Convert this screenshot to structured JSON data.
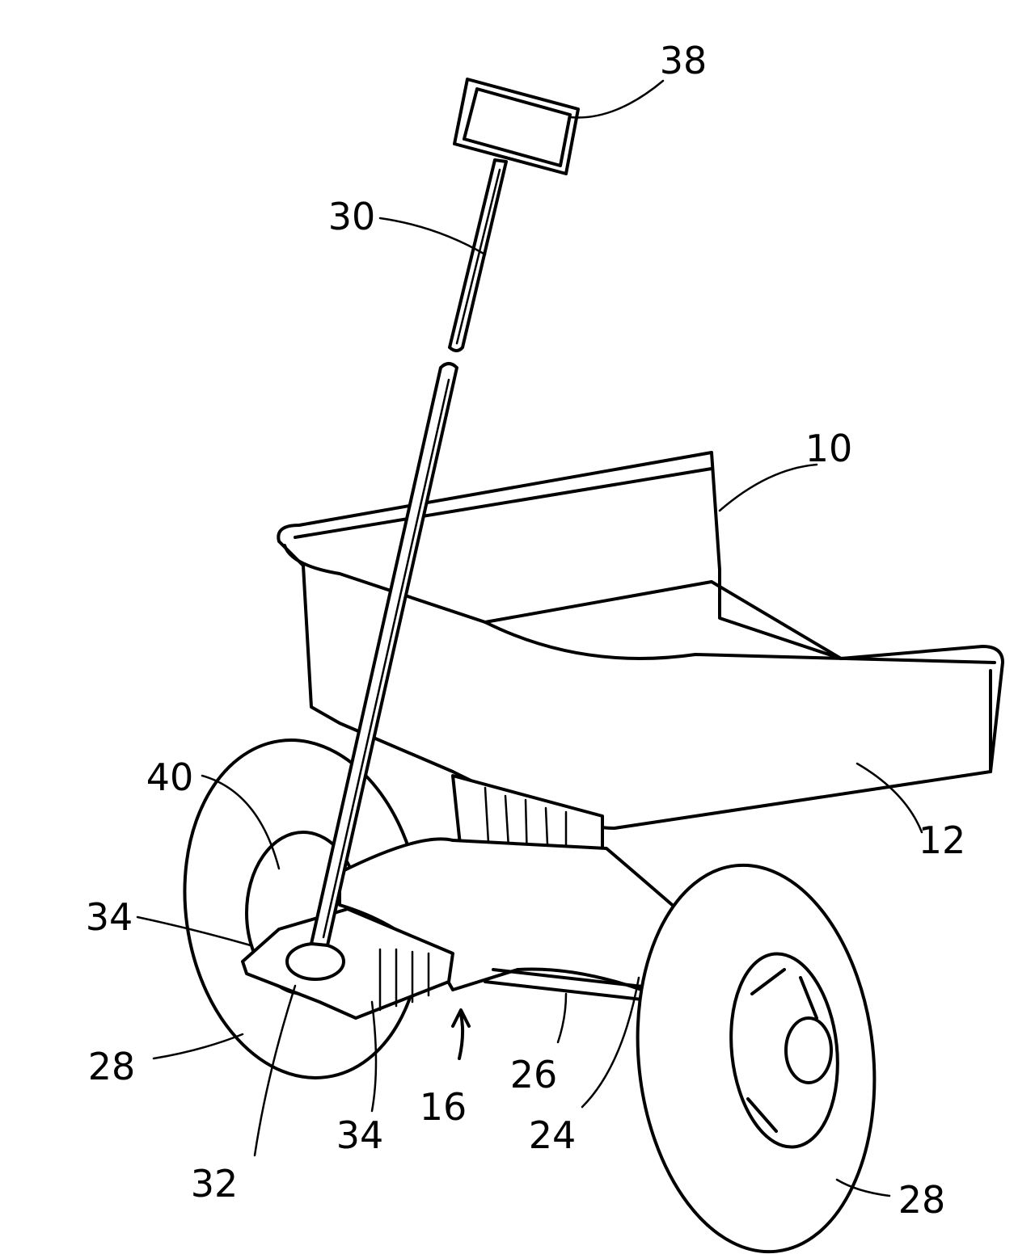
{
  "figure": {
    "labels": {
      "handle_grip": "38",
      "handle_shaft": "30",
      "wagon": "10",
      "wagon_body": "12",
      "lock": "40",
      "bracket_left": "34",
      "bracket_right": "34",
      "wheel_left": "28",
      "wheel_right": "28",
      "pivot": "32",
      "front_assembly": "16",
      "axle": "26",
      "frame": "24"
    }
  }
}
